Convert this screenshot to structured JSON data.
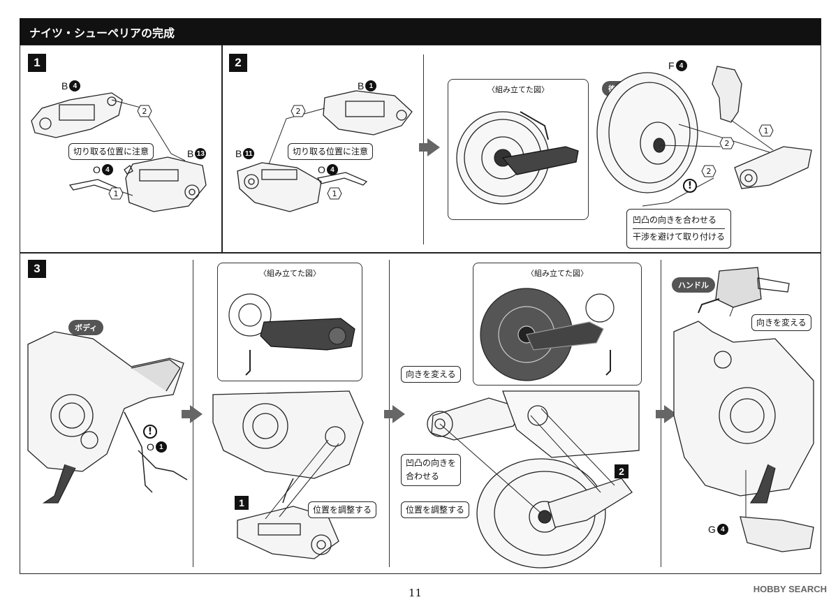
{
  "header": {
    "title": "ナイツ・シューペリアの完成"
  },
  "steps": [
    {
      "num": "1"
    },
    {
      "num": "2"
    },
    {
      "num": "3"
    },
    {
      "num": "1"
    },
    {
      "num": "2"
    }
  ],
  "labels": {
    "cut_note_a": "切り取る位置に注意",
    "cut_note_b": "切り取る位置に注意",
    "assembled_a": "〈組み立てた図〉",
    "assembled_b": "〈組み立てた図〉",
    "assembled_c": "〈組み立てた図〉",
    "rear_wheel": "後輪",
    "align_note_1": "凹凸の向きを合わせる",
    "align_note_2": "干渉を避けて取り付ける",
    "body": "ボディ",
    "adjust_a": "位置を調整する",
    "adjust_b": "位置を調整する",
    "turn_a": "向きを変える",
    "turn_b": "向きを変える",
    "align_c1": "凹凸の向きを",
    "align_c2": "合わせる",
    "handle": "ハンドル"
  },
  "parts": {
    "b4": {
      "letter": "B",
      "num": "4"
    },
    "b13": {
      "letter": "B",
      "num": "13"
    },
    "o4a": {
      "letter": "O",
      "num": "4"
    },
    "b1": {
      "letter": "B",
      "num": "1"
    },
    "b11": {
      "letter": "B",
      "num": "11"
    },
    "o4b": {
      "letter": "O",
      "num": "4"
    },
    "f4": {
      "letter": "F",
      "num": "4"
    },
    "o1": {
      "letter": "O",
      "num": "1"
    },
    "g4": {
      "letter": "G",
      "num": "4"
    }
  },
  "hexes": [
    "2",
    "1",
    "2",
    "1",
    "1",
    "2",
    "2"
  ],
  "footer": {
    "page": "11",
    "logo": "HOBBY SEARCH"
  },
  "colors": {
    "header_bg": "#111111",
    "arrow": "#666666",
    "tag_bg": "#555555"
  }
}
